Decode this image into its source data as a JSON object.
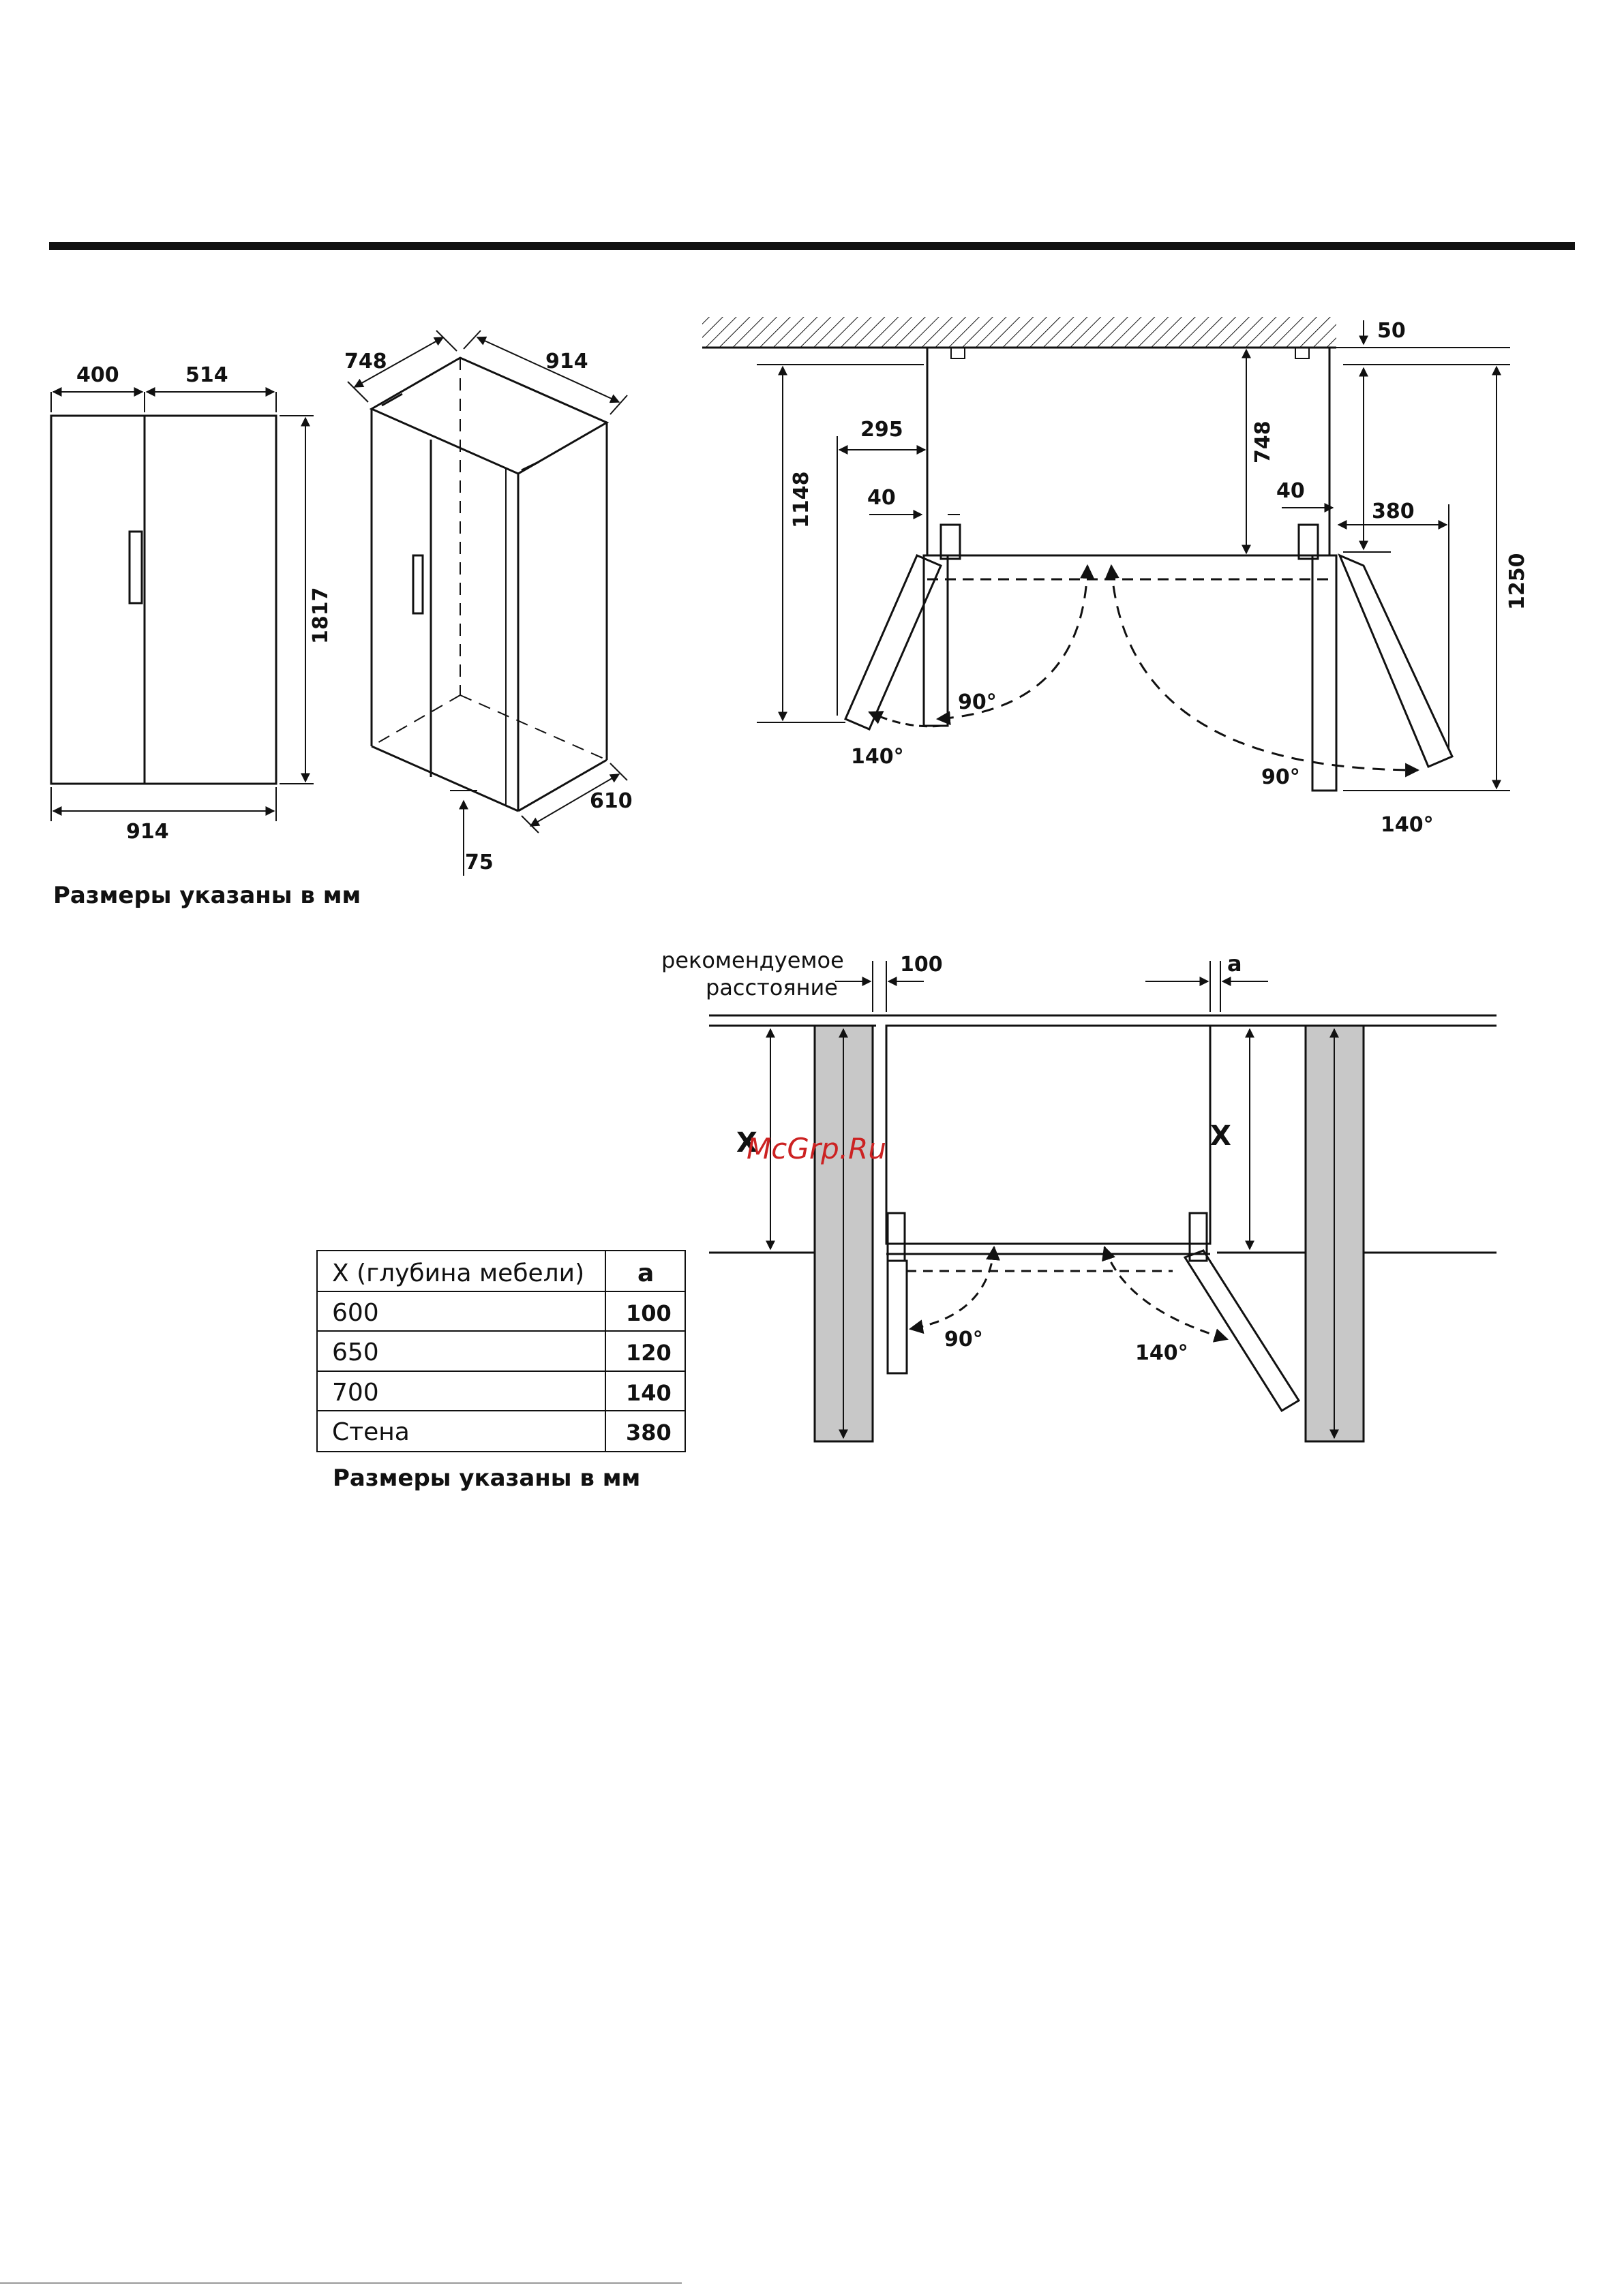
{
  "front_view": {
    "w_left": "400",
    "w_right": "514",
    "height": "1817",
    "width": "914"
  },
  "iso_view": {
    "depth": "748",
    "width": "914",
    "bottom_depth": "610",
    "feet": "75"
  },
  "door_swing": {
    "top_clearance": "50",
    "depth_body": "748",
    "depth_total_left": "1148",
    "depth_total_right": "1250",
    "left_door_reach": "295",
    "left_hinge": "40",
    "right_hinge": "40",
    "right_door_reach": "380",
    "angle_90_left": "90°",
    "angle_140_left": "140°",
    "angle_90_right": "90°",
    "angle_140_right": "140°"
  },
  "caption_top": "Размеры указаны в мм",
  "installation": {
    "recommended_line1": "рекомендуемое",
    "recommended_line2": "расстояние",
    "gap": "100",
    "side_gap": "a",
    "x_left": "X",
    "x_right": "X",
    "angle_90": "90°",
    "angle_140": "140°",
    "watermark": "McGrp.Ru"
  },
  "table": {
    "headers": [
      "X (глубина мебели)",
      "a"
    ],
    "rows": [
      [
        "600",
        "100"
      ],
      [
        "650",
        "120"
      ],
      [
        "700",
        "140"
      ],
      [
        "Стена",
        "380"
      ]
    ]
  },
  "caption_bottom": "Размеры указаны в мм"
}
